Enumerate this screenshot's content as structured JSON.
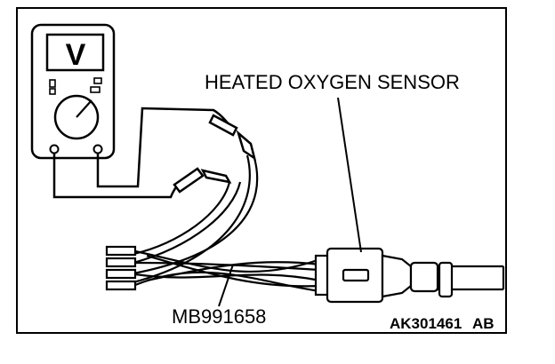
{
  "figure": {
    "meter_display": "V",
    "labels": {
      "sensor": "HEATED OXYGEN SENSOR",
      "tool": "MB991658"
    },
    "figure_id": "AK301461",
    "figure_suffix": "AB"
  }
}
